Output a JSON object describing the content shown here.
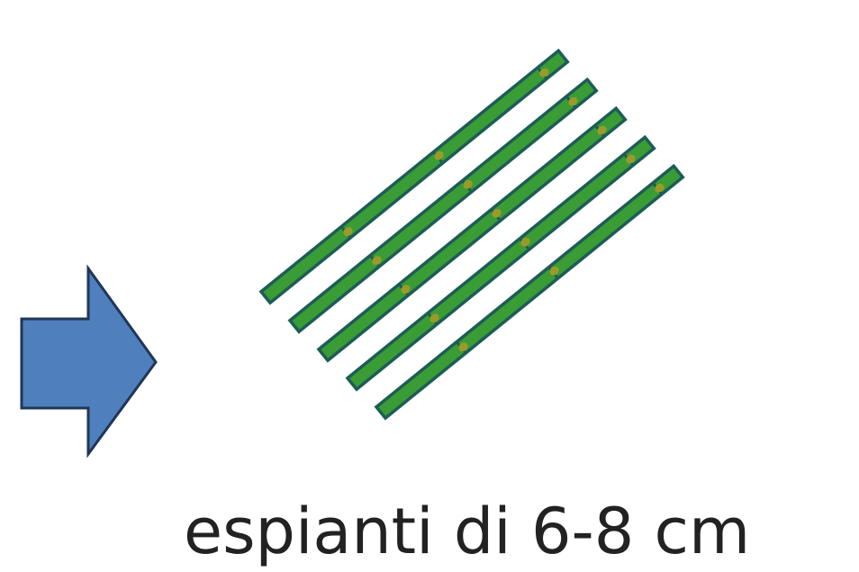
{
  "caption": "espianti di 6-8 cm",
  "colors": {
    "arrow_fill": "#4f7fbc",
    "arrow_stroke": "#1f3655",
    "stem_fill": "#3a9c34",
    "stem_stroke": "#1d5c57",
    "bud": "#9a9a2a"
  },
  "icons": {
    "arrow": "right-arrow-icon",
    "explant": "stem-segment"
  },
  "explant_count": 5
}
